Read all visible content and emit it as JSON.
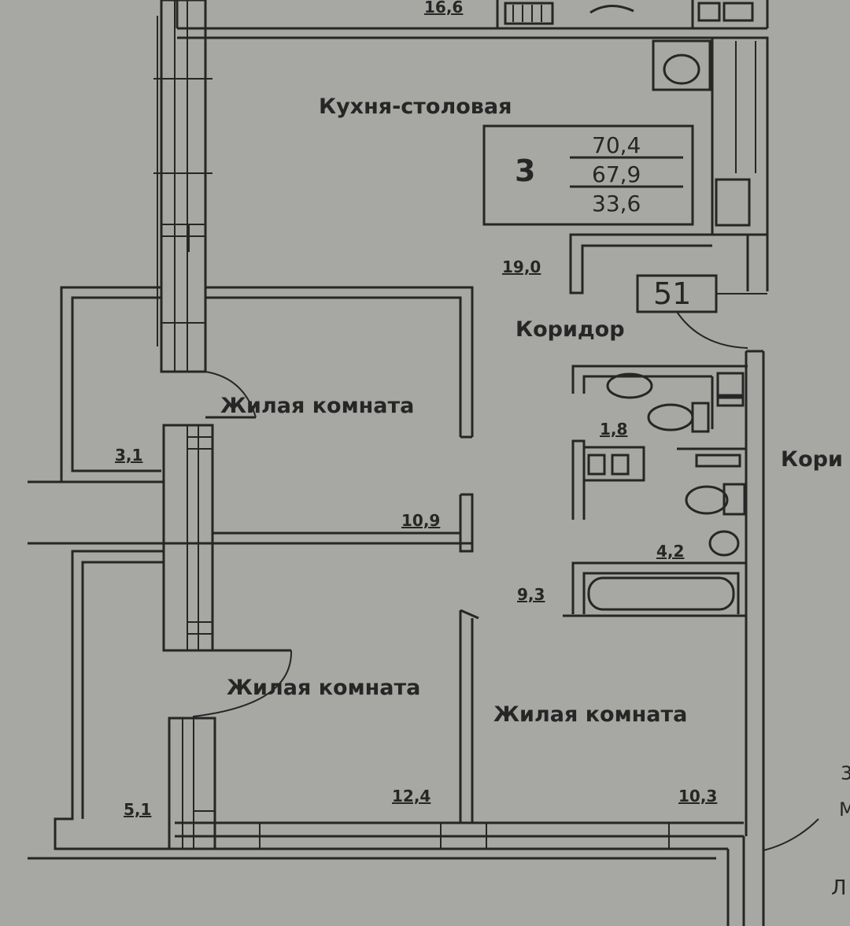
{
  "plan": {
    "apartment": {
      "rooms_count": "3",
      "total_area": "70,4",
      "area_excl_balcony": "67,9",
      "living_area": "33,6",
      "number": "51"
    },
    "rooms": {
      "kitchen": {
        "label": "Кухня-столовая",
        "area": "19,0"
      },
      "corridor": {
        "label": "Коридор"
      },
      "corridor_right": {
        "label": "Кори"
      },
      "living_top": {
        "label": "Жилая комната",
        "area": "10,9"
      },
      "living_middle": {
        "label": "Жилая комната",
        "area": "12,4"
      },
      "living_right": {
        "label": "Жилая комната",
        "area": "10,3"
      },
      "balcony_top": {
        "area": "3,1"
      },
      "balcony_bottom": {
        "area": "5,1"
      },
      "wc": {
        "area": "1,8"
      },
      "bathroom": {
        "area": "4,2"
      },
      "corridor_area": {
        "area": "9,3"
      },
      "neighbor_top": {
        "area": "16,6"
      }
    },
    "edge_fragments": {
      "right_1": "3",
      "right_2": "М",
      "right_3": "Л"
    }
  }
}
